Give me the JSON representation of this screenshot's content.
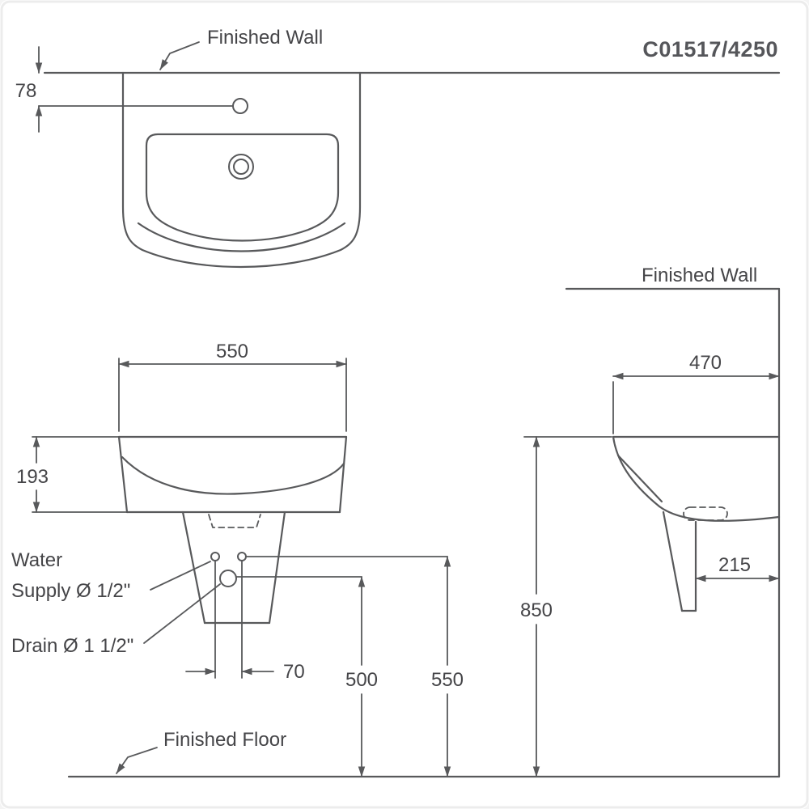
{
  "drawing": {
    "model": "C01517/4250",
    "colors": {
      "line": "#58595b",
      "text": "#454548",
      "frame": "#ececec"
    },
    "labels": {
      "finished_wall_top": "Finished Wall",
      "finished_wall_side": "Finished Wall",
      "finished_floor": "Finished Floor",
      "water_supply_l1": "Water",
      "water_supply_l2": "Supply Ø 1/2\"",
      "drain": "Drain Ø 1 1/2\""
    },
    "dimensions": {
      "faucet_to_wall": "78",
      "basin_width": "550",
      "apron_height": "193",
      "hole_spacing": "70",
      "drain_height": "500",
      "supply_height": "550",
      "rim_height": "850",
      "basin_depth": "470",
      "pedestal_to_wall": "215"
    }
  }
}
